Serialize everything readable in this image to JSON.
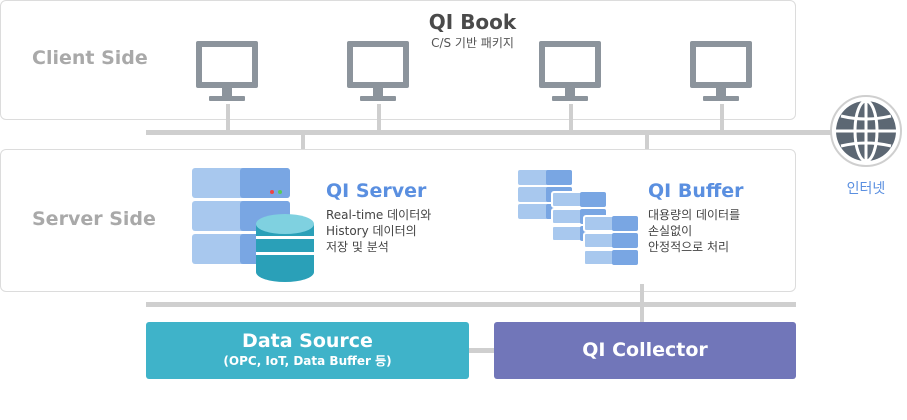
{
  "client": {
    "side_label": "Client Side",
    "title": "QI Book",
    "subtitle": "C/S 기반 패키지"
  },
  "server": {
    "side_label": "Server Side",
    "qi_server": {
      "title": "QI Server",
      "desc": [
        "Real-time 데이터와",
        "History 데이터의",
        "저장 및 분석"
      ]
    },
    "qi_buffer": {
      "title": "QI Buffer",
      "desc": [
        "대용량의 데이터를",
        "손실없이",
        "안정적으로 처리"
      ]
    }
  },
  "internet": {
    "label": "인터넷"
  },
  "data_source": {
    "title": "Data Source",
    "subtitle": "(OPC, IoT, Data Buffer 등)"
  },
  "collector": {
    "title": "QI Collector"
  },
  "colors": {
    "accent_blue": "#5a8fe0",
    "data_source": "#3fb3c9",
    "collector": "#7176b9",
    "monitor": "#8c949c",
    "globe": "#5c6773"
  }
}
